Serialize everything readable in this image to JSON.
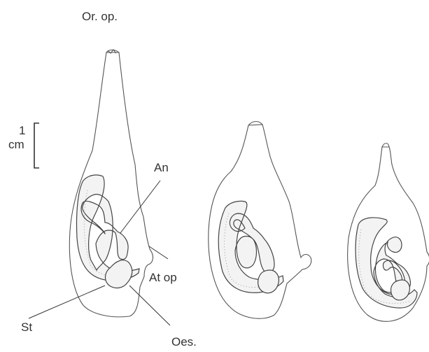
{
  "labels": {
    "oral_opening": "Or. op.",
    "anus": "An",
    "atrial_opening": "At op",
    "stomach": "St",
    "oesophagus": "Oes."
  },
  "scale_bar": {
    "value": "1",
    "unit": "cm"
  },
  "specimens": [
    {
      "name": "specimen-large"
    },
    {
      "name": "specimen-medium"
    },
    {
      "name": "specimen-small"
    }
  ]
}
